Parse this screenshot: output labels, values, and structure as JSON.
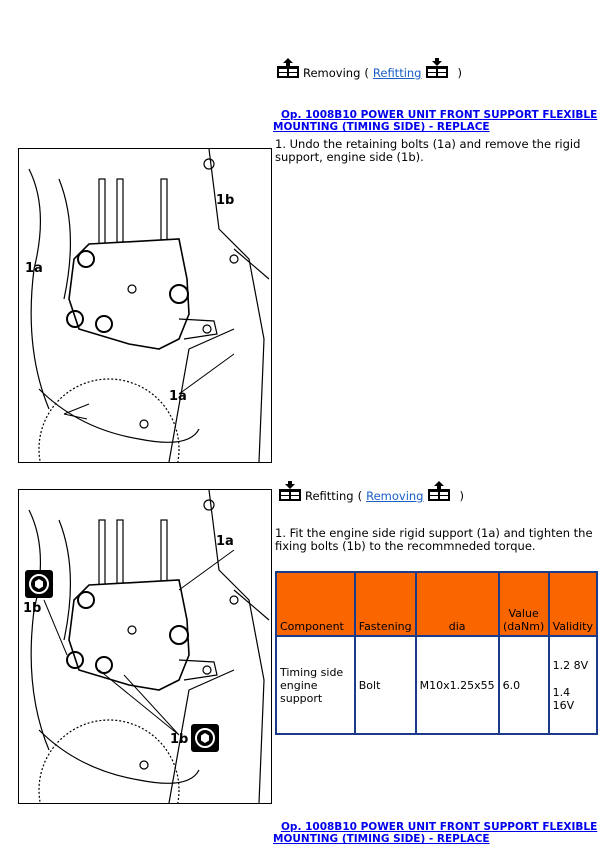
{
  "section1": {
    "title": "Removing",
    "paren_open": "(",
    "link": "Refitting",
    "paren_close": ")",
    "op_title": "Op. 1008B10 POWER UNIT FRONT SUPPORT FLEXIBLE MOUNTING (TIMING SIDE) - REPLACE",
    "step": "1. Undo the retaining bolts (1a) and remove the rigid support, engine side (1b).",
    "figure_labels": [
      "1b",
      "1a",
      "1a"
    ]
  },
  "section2": {
    "title": "Refitting",
    "paren_open": "(",
    "link": "Removing",
    "paren_close": ")",
    "step": "1. Fit the engine side rigid support (1a) and tighten the fixing bolts (1b) to the recommneded torque.",
    "figure_labels": [
      "1a",
      "1b",
      "1b"
    ],
    "table": {
      "headers": [
        "Component",
        "Fastening",
        "dia",
        "Value (daNm)",
        "Validity"
      ],
      "rows": [
        {
          "component": "Timing side engine support",
          "fastening": "Bolt",
          "dia": "M10x1.25x55",
          "value": "6.0",
          "validity": [
            "1.2 8V",
            "1.4 16V"
          ]
        }
      ]
    }
  },
  "footer": {
    "op_title": "Op. 1008B10 POWER UNIT FRONT SUPPORT FLEXIBLE MOUNTING (TIMING SIDE) - REPLACE"
  },
  "colors": {
    "table_header": "#f96600",
    "table_border": "#1b3b8a",
    "link": "#1a5fc7"
  }
}
